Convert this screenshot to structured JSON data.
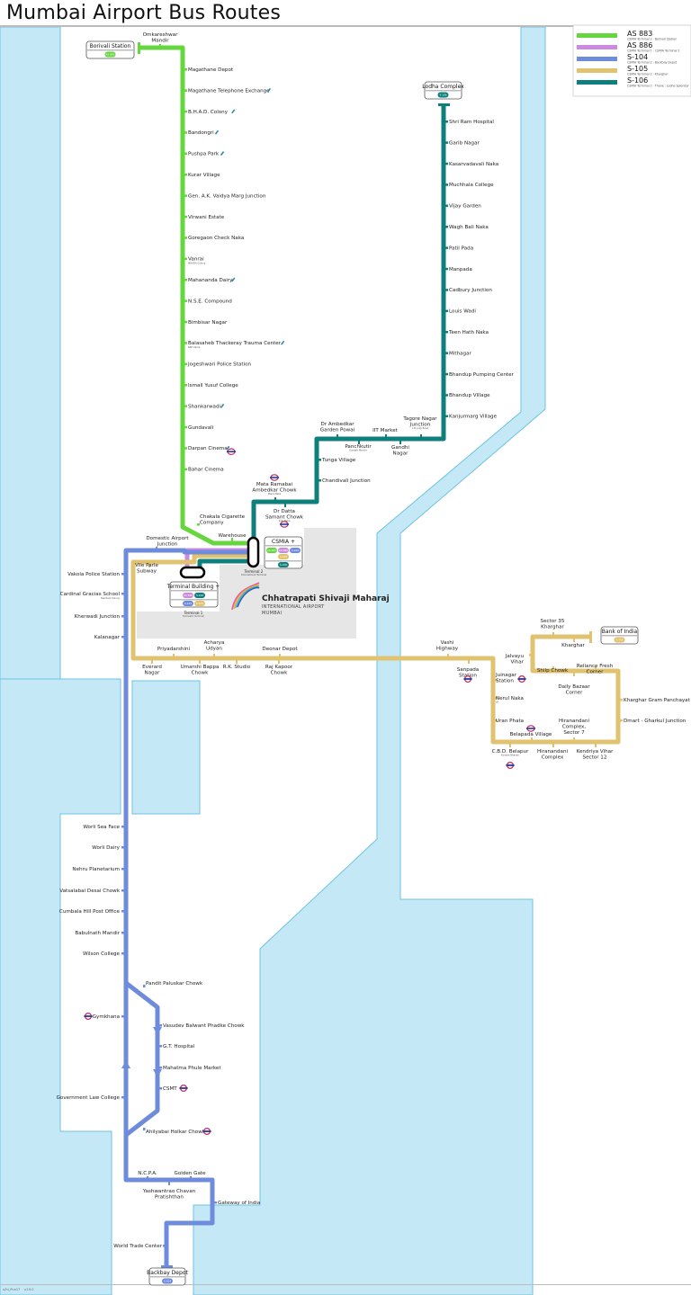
{
  "title": "Mumbai Airport Bus Routes",
  "footer": {
    "left": "u/hi_Pun17",
    "version": "v.19.0"
  },
  "colors": {
    "water": "#c5e8f7",
    "water_edge": "#6cc3e3",
    "airport_area": "#e6e6e6",
    "AS883": "#66d63f",
    "AS886": "#c98ae0",
    "S104": "#6f8bdb",
    "S105": "#e1c26f",
    "S106": "#0f7f7c",
    "interchange": "#000000"
  },
  "legend": [
    {
      "route": "AS 883",
      "desc": "CSMIA Terminal 2 - Borivali Station",
      "color_key": "AS883"
    },
    {
      "route": "AS 886",
      "desc": "CSMIA Terminal 1 - CSMIA Terminal 2",
      "color_key": "AS886"
    },
    {
      "route": "S-104",
      "desc": "CSMIA Terminal 2 - Backbay Depot",
      "color_key": "S104"
    },
    {
      "route": "S-105",
      "desc": "CSMIA Terminal 2 - Kharghar",
      "color_key": "S105"
    },
    {
      "route": "S-106",
      "desc": "CSMIA Terminal 2 - Thane : Lodha Splendor",
      "color_key": "S106"
    }
  ],
  "airport": {
    "name": "Chhatrapati Shivaji Maharaj",
    "line2": "INTERNATIONAL AIRPORT",
    "line3": "MUMBAI",
    "csmia_box": {
      "name": "CSMIA",
      "routes_top": [
        "AS 883",
        "AS 886",
        "S-104",
        "S-105"
      ],
      "routes_bottom": [
        "S-106"
      ],
      "caption": "Terminal 2",
      "caption_sub": "International Terminal"
    },
    "t1_box": {
      "name": "Terminal Building",
      "routes_top": [
        "AS 886",
        "S-106"
      ],
      "routes_bottom": [
        "S-104",
        "S-105"
      ],
      "caption": "Terminal 1",
      "caption_sub": "Domestic Terminal"
    }
  },
  "termini": {
    "borivali": {
      "name": "Borivali Station",
      "route": "AS 883",
      "metro": true
    },
    "lodha": {
      "name": "Lodha Complex",
      "route": "S-106"
    },
    "bank_of_india": {
      "name": "Bank of India",
      "route": "S-105"
    },
    "backbay": {
      "name": "Backbay Depot",
      "route": "S-104"
    }
  },
  "routes": {
    "AS883": {
      "stops": [
        {
          "name": "Omkareshwar Mandir",
          "lines": [
            "Omkareshwar",
            "Mandir"
          ]
        },
        {
          "name": "Magathane Depot"
        },
        {
          "name": "Magathane Telephone Exchange",
          "metro_line": true
        },
        {
          "name": "B.H.A.D. Colony",
          "metro_line": true
        },
        {
          "name": "Bandongri",
          "metro_line": true
        },
        {
          "name": "Pushpa Park",
          "metro_line": true
        },
        {
          "name": "Kurar Village"
        },
        {
          "name": "Gen. A.K. Vaidya Marg Junction"
        },
        {
          "name": "Virwani Estate"
        },
        {
          "name": "Goregaon Check Naka"
        },
        {
          "name": "Vanrai",
          "sub": "MHADA Colony"
        },
        {
          "name": "Mahananda Dairy",
          "metro_line": true
        },
        {
          "name": "N.S.E. Compound"
        },
        {
          "name": "Bimbisar Nagar"
        },
        {
          "name": "Balasaheb Thackeray Trauma Center",
          "sub": "SRP Camp",
          "metro_line": true
        },
        {
          "name": "Jogeshwari Police Station"
        },
        {
          "name": "Ismail Yusuf College"
        },
        {
          "name": "Shankarwadi",
          "metro_line": true
        },
        {
          "name": "Gundavali"
        },
        {
          "name": "Darpan Cinema",
          "metro_line": true,
          "metro": true
        },
        {
          "name": "Bahar Cinema"
        },
        {
          "name": "Chakala Cigarette Company",
          "lines": [
            "Chakala Cigarette",
            "Company"
          ]
        },
        {
          "name": "Warehouse"
        }
      ]
    },
    "S106": {
      "stops": [
        {
          "name": "Shri Ram Hospital"
        },
        {
          "name": "Garib Nagar"
        },
        {
          "name": "Kasarvadavali Naka"
        },
        {
          "name": "Muchhala College"
        },
        {
          "name": "Vijay Garden"
        },
        {
          "name": "Wagh Bali Naka"
        },
        {
          "name": "Patil Pada"
        },
        {
          "name": "Manpada"
        },
        {
          "name": "Cadbury Junction"
        },
        {
          "name": "Louis Wadi"
        },
        {
          "name": "Teen Hath Naka"
        },
        {
          "name": "Mithagar"
        },
        {
          "name": "Bhandup Pumping Center"
        },
        {
          "name": "Bhandup Village"
        },
        {
          "name": "Kanjurmarg Village"
        },
        {
          "name": "Tagore Nagar Junction",
          "lines": [
            "Tagore Nagar",
            "Junction"
          ],
          "sub": "L.B. Jolly Road"
        },
        {
          "name": "Gandhi Nagar",
          "lines": [
            "Gandhi",
            "Nagar"
          ]
        },
        {
          "name": "IIT Market"
        },
        {
          "name": "Panchkutir",
          "sub": "Ganesh Mandir"
        },
        {
          "name": "Dr Ambedkar Garden Powai",
          "lines": [
            "Dr Ambedkar",
            "Garden Powai"
          ]
        },
        {
          "name": "Tunga Village"
        },
        {
          "name": "Chandivali Junction"
        },
        {
          "name": "Dr Datta Samant Chowk",
          "lines": [
            "Dr Datta",
            "Samant Chowk"
          ],
          "sub": "Saki Naka",
          "metro": true
        },
        {
          "name": "Mata Ramabai Ambedkar Chowk",
          "lines": [
            "Mata Ramabai",
            "Ambedkar Chowk"
          ],
          "sub": "Marol Naka",
          "metro": true
        }
      ]
    },
    "S105": {
      "stops": [
        {
          "name": "Vile Parle Subway",
          "lines": [
            "Vile Parle",
            "Subway"
          ]
        },
        {
          "name": "Everard Nagar",
          "lines": [
            "Everard",
            "Nagar"
          ]
        },
        {
          "name": "Priyadarshini"
        },
        {
          "name": "Umarshi Bappa Chowk",
          "lines": [
            "Umarshi Bappa",
            "Chowk"
          ]
        },
        {
          "name": "Acharya Udyan",
          "lines": [
            "Acharya",
            "Udyan"
          ]
        },
        {
          "name": "R.K. Studio"
        },
        {
          "name": "Deonar Depot"
        },
        {
          "name": "Raj Kapoor Chowk",
          "lines": [
            "Raj Kapoor",
            "Chowk"
          ]
        },
        {
          "name": "Vashi Highway",
          "lines": [
            "Vashi",
            "Highway"
          ]
        },
        {
          "name": "Sanpada Station",
          "lines": [
            "Sanpada",
            "Station"
          ],
          "rail": true
        },
        {
          "name": "Juinagar Station",
          "lines": [
            "Juinagar",
            "Station"
          ],
          "rail": true
        },
        {
          "name": "Nerul Naka",
          "sub": "LP"
        },
        {
          "name": "Uran Phata"
        },
        {
          "name": "C.B.D. Belapur",
          "sub": "Konkan Bhavan",
          "rail": true
        },
        {
          "name": "Belapada Village",
          "metro": true
        },
        {
          "name": "Hiranandani Complex",
          "lines": [
            "Hiranandani",
            "Complex"
          ]
        },
        {
          "name": "Hiranandani Complex, Sector 7",
          "lines": [
            "Hiranandani",
            "Complex,",
            "Sector 7"
          ]
        },
        {
          "name": "Kendriya Vihar Sector 12",
          "lines": [
            "Kendriya Vihar",
            "Sector 12"
          ]
        },
        {
          "name": "Dmart - Gharkul Junction"
        },
        {
          "name": "Kharghar Gram Panchayat"
        },
        {
          "name": "Reliance Fresh Corner",
          "lines": [
            "Reliance Fresh",
            "Corner"
          ]
        },
        {
          "name": "Daily Bazaar Corner",
          "lines": [
            "Daily Bazaar",
            "Corner"
          ]
        },
        {
          "name": "Shilp Chowk"
        },
        {
          "name": "Jalvayu Vihar",
          "lines": [
            "Jalvayu",
            "Vihar"
          ]
        },
        {
          "name": "Sector 35 Kharghar",
          "lines": [
            "Sector 35",
            "Kharghar"
          ]
        },
        {
          "name": "Kharghar"
        }
      ]
    },
    "S104": {
      "stops": [
        {
          "name": "Domestic Airport Junction",
          "lines": [
            "Domestic Airport",
            "Junction"
          ]
        },
        {
          "name": "Vakola Police Station"
        },
        {
          "name": "Cardinal Gracias School",
          "sub": "Teachers Colony"
        },
        {
          "name": "Kherwadi Junction"
        },
        {
          "name": "Kalanagar"
        },
        {
          "name": "Worli Sea Face"
        },
        {
          "name": "Worli Dairy"
        },
        {
          "name": "Nehru Planetarium"
        },
        {
          "name": "Vatsalabai Desai Chowk"
        },
        {
          "name": "Cumbala Hill Post Office"
        },
        {
          "name": "Babulnath Mandir"
        },
        {
          "name": "Wilson College"
        },
        {
          "name": "Pandit Paluskar Chowk"
        },
        {
          "name": "Gymkhana",
          "rail": true
        },
        {
          "name": "Vasudev Balwant Phadke Chowk"
        },
        {
          "name": "G.T. Hospital"
        },
        {
          "name": "Mahatma Phule Market"
        },
        {
          "name": "CSMT",
          "rail": true
        },
        {
          "name": "Government Law College"
        },
        {
          "name": "Ahilyabai Holkar Chowk",
          "rail": true
        },
        {
          "name": "N.C.P.A."
        },
        {
          "name": "Golden Gate"
        },
        {
          "name": "Yashwantrao Chavan Pratishthan",
          "lines": [
            "Yashwantrao Chavan",
            "Pratishthan"
          ]
        },
        {
          "name": "Gateway of India"
        },
        {
          "name": "World Trade Center"
        }
      ]
    }
  }
}
